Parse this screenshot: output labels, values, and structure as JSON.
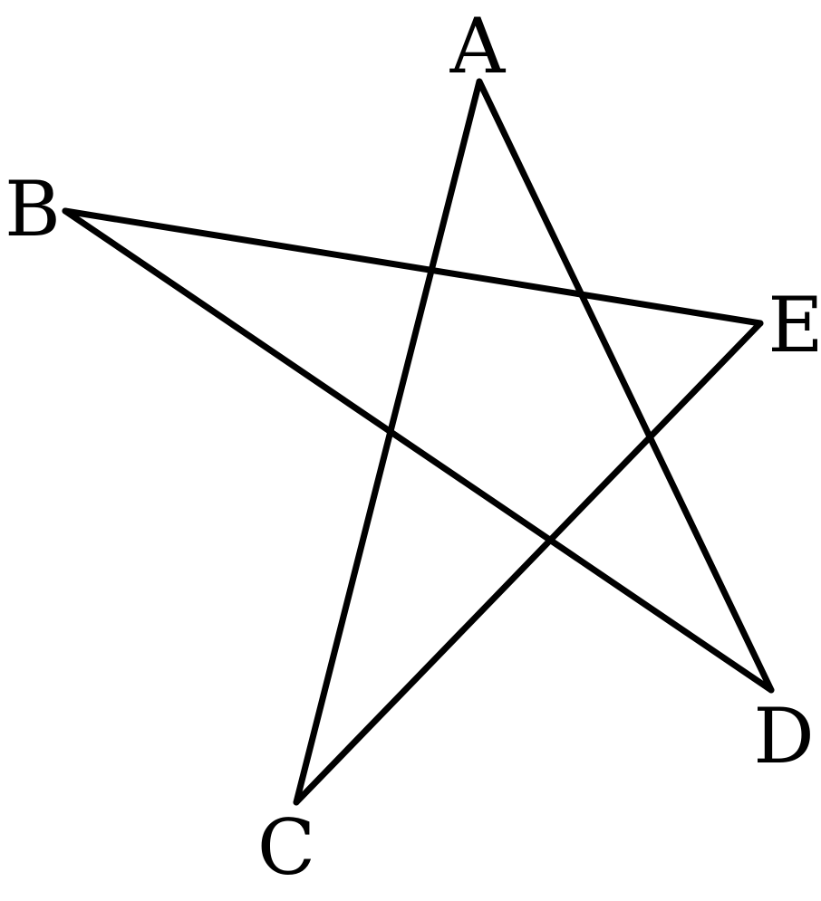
{
  "figure": {
    "vertices": [
      {
        "id": "A",
        "label": "A"
      },
      {
        "id": "B",
        "label": "B"
      },
      {
        "id": "C",
        "label": "C"
      },
      {
        "id": "D",
        "label": "D"
      },
      {
        "id": "E",
        "label": "E"
      }
    ],
    "edges": [
      [
        "A",
        "C"
      ],
      [
        "A",
        "D"
      ],
      [
        "B",
        "E"
      ],
      [
        "B",
        "D"
      ],
      [
        "C",
        "E"
      ]
    ],
    "line_color": "#000000",
    "background_color": "#ffffff"
  }
}
